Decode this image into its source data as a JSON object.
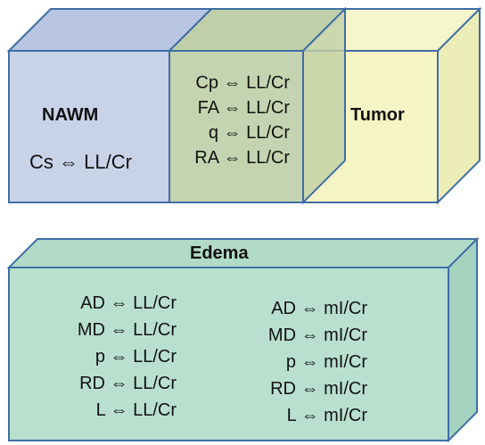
{
  "top_diagram": {
    "nawm": {
      "title": "NAWM",
      "relations": [
        "Cs ⇔ LL/Cr"
      ],
      "color": "#c9d3e8"
    },
    "overlap": {
      "relations": [
        "Cp ⇔ LL/Cr",
        "FA ⇔ LL/Cr",
        "q ⇔ LL/Cr",
        "RA ⇔ LL/Cr"
      ],
      "color": "#c4d4b0"
    },
    "tumor": {
      "title": "Tumor",
      "color": "#f4f4c4"
    }
  },
  "edema_box": {
    "title": "Edema",
    "relations_left": [
      "AD ⇔ LL/Cr",
      "MD ⇔ LL/Cr",
      "p ⇔ LL/Cr",
      "RD ⇔ LL/Cr",
      "L ⇔ LL/Cr"
    ],
    "relations_right": [
      "AD ⇔ mI/Cr",
      "MD ⇔ mI/Cr",
      "p ⇔ mI/Cr",
      "RD ⇔ mI/Cr",
      "L ⇔ mI/Cr"
    ],
    "color": "#b9e0cf"
  },
  "edge_color": "#3f6ea6"
}
